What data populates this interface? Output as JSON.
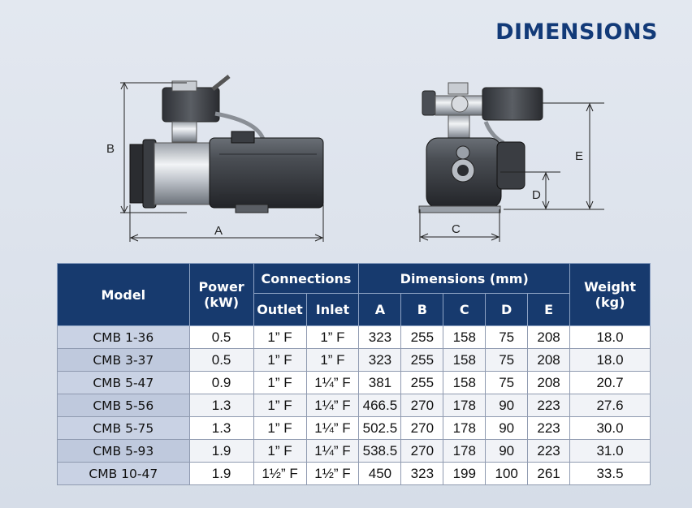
{
  "title": "DIMENSIONS",
  "diagram_labels": {
    "a": "A",
    "b": "B",
    "c": "C",
    "d": "D",
    "e": "E"
  },
  "table": {
    "headers": {
      "model": "Model",
      "power": "Power",
      "power_unit": "(kW)",
      "connections": "Connections",
      "outlet": "Outlet",
      "inlet": "Inlet",
      "dimensions": "Dimensions (mm)",
      "a": "A",
      "b": "B",
      "c": "C",
      "d": "D",
      "e": "E",
      "weight": "Weight",
      "weight_unit": "(kg)"
    },
    "rows": [
      {
        "model": "CMB 1-36",
        "power": "0.5",
        "outlet": "1” F",
        "inlet": "1” F",
        "a": "323",
        "b": "255",
        "c": "158",
        "d": "75",
        "e": "208",
        "weight": "18.0"
      },
      {
        "model": "CMB 3-37",
        "power": "0.5",
        "outlet": "1” F",
        "inlet": "1” F",
        "a": "323",
        "b": "255",
        "c": "158",
        "d": "75",
        "e": "208",
        "weight": "18.0"
      },
      {
        "model": "CMB 5-47",
        "power": "0.9",
        "outlet": "1” F",
        "inlet": "1¼” F",
        "a": "381",
        "b": "255",
        "c": "158",
        "d": "75",
        "e": "208",
        "weight": "20.7"
      },
      {
        "model": "CMB 5-56",
        "power": "1.3",
        "outlet": "1” F",
        "inlet": "1¼” F",
        "a": "466.5",
        "b": "270",
        "c": "178",
        "d": "90",
        "e": "223",
        "weight": "27.6"
      },
      {
        "model": "CMB 5-75",
        "power": "1.3",
        "outlet": "1” F",
        "inlet": "1¼” F",
        "a": "502.5",
        "b": "270",
        "c": "178",
        "d": "90",
        "e": "223",
        "weight": "30.0"
      },
      {
        "model": "CMB 5-93",
        "power": "1.9",
        "outlet": "1” F",
        "inlet": "1¼” F",
        "a": "538.5",
        "b": "270",
        "c": "178",
        "d": "90",
        "e": "223",
        "weight": "31.0"
      },
      {
        "model": "CMB 10-47",
        "power": "1.9",
        "outlet": "1½” F",
        "inlet": "1½” F",
        "a": "450",
        "b": "323",
        "c": "199",
        "d": "100",
        "e": "261",
        "weight": "33.5"
      }
    ]
  },
  "colors": {
    "header_bg": "#173a6e",
    "title": "#123a78",
    "model_cell": "#c9d2e4"
  }
}
